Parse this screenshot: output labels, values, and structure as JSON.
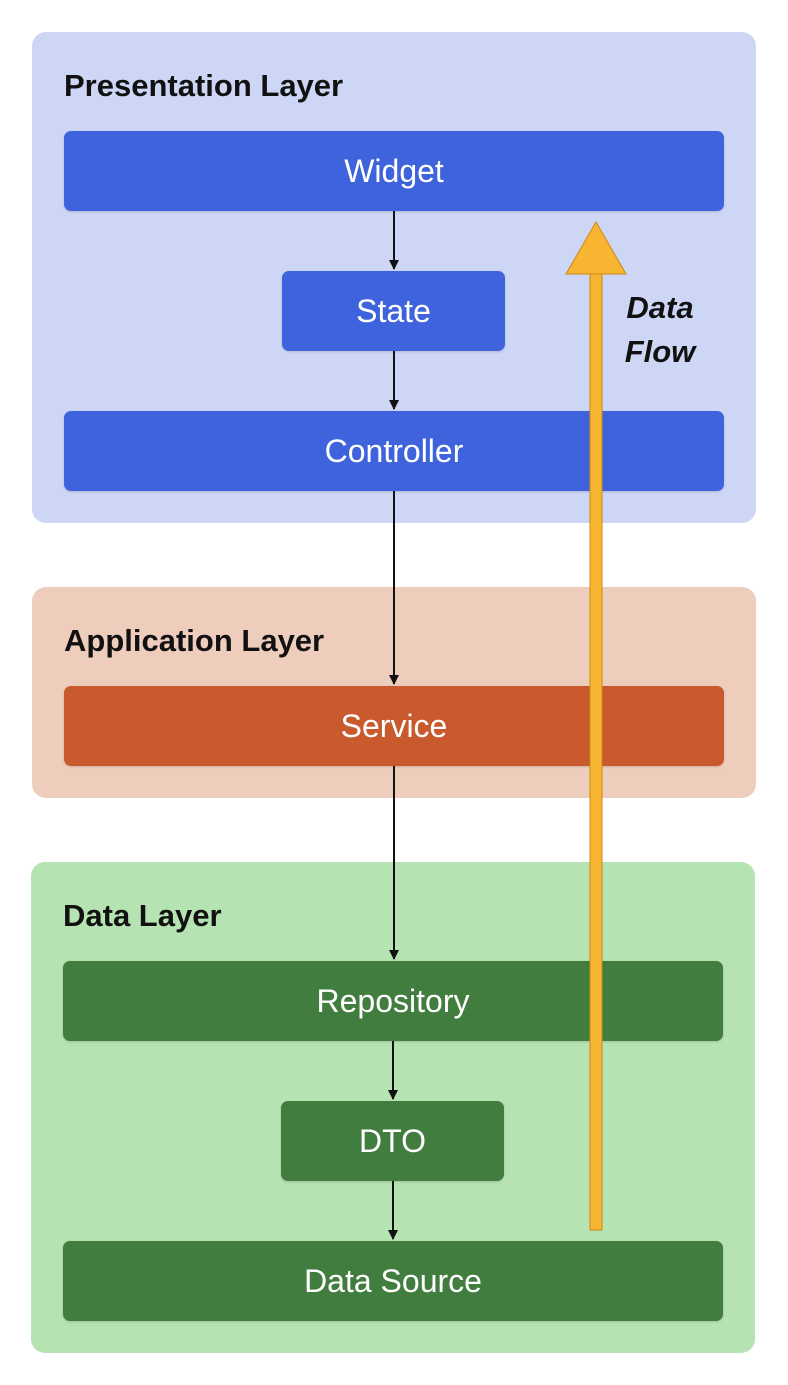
{
  "colors": {
    "presentation_bg": "#cdd6f4",
    "presentation_box": "#3e63dd",
    "application_bg": "#efcdbd",
    "application_box": "#c85a2e",
    "data_bg": "#b6e3b2",
    "data_box": "#427d40",
    "flow_arrow": "#f7b531"
  },
  "presentation": {
    "title": "Presentation Layer",
    "widget": "Widget",
    "state": "State",
    "controller": "Controller"
  },
  "application": {
    "title": "Application Layer",
    "service": "Service"
  },
  "data_layer": {
    "title": "Data Layer",
    "repository": "Repository",
    "dto": "DTO",
    "data_source": "Data Source"
  },
  "flow": {
    "label_line1": "Data",
    "label_line2": "Flow"
  }
}
